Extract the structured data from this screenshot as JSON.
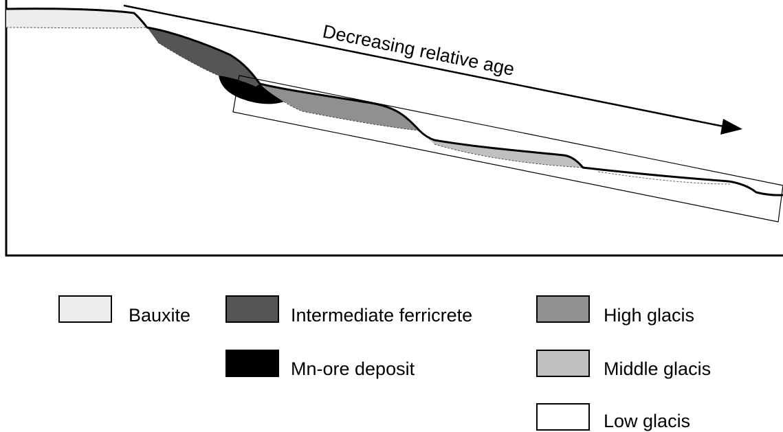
{
  "arrow_label": "Decreasing relative age",
  "legend": [
    {
      "key": "bauxite",
      "label": "Bauxite",
      "color": "#ececec"
    },
    {
      "key": "intermediate-ferricrete",
      "label": "Intermediate ferricrete",
      "color": "#555555"
    },
    {
      "key": "mn-ore-deposit",
      "label": "Mn-ore deposit",
      "color": "#000000"
    },
    {
      "key": "high-glacis",
      "label": "High glacis",
      "color": "#909090"
    },
    {
      "key": "middle-glacis",
      "label": "Middle glacis",
      "color": "#c0c0c0"
    },
    {
      "key": "low-glacis",
      "label": "Low glacis",
      "color": "#ffffff"
    }
  ]
}
